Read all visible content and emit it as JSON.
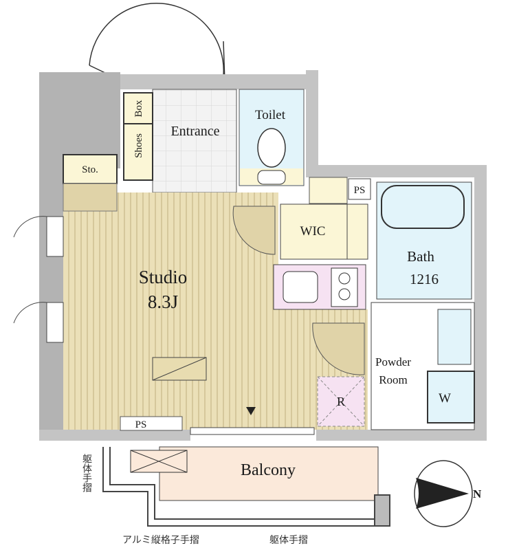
{
  "rooms": {
    "entrance": "Entrance",
    "toilet": "Toilet",
    "shoes_box_top": "Box",
    "shoes_box_bottom": "Shoes",
    "storage": "Sto.",
    "studio": "Studio",
    "studio_size": "8.3J",
    "wic": "WIC",
    "ps_top": "PS",
    "bath": "Bath",
    "bath_size": "1216",
    "powder_line1": "Powder",
    "powder_line2": "Room",
    "washer": "W",
    "refrigerator": "R",
    "ps_bottom": "PS",
    "balcony": "Balcony"
  },
  "annotations": {
    "left_railing": "躯体手摺",
    "aluminum_railing": "アルミ縦格子手摺",
    "concrete_railing": "躯体手摺"
  },
  "compass": {
    "north_label": "N"
  },
  "colors": {
    "wall": "#b3b3b3",
    "studio": "#ebe0b8",
    "storage": "#fbf6d6",
    "wet": "#e2f4fa",
    "kitchen": "#f6e2f2",
    "balcony": "#fbe9da"
  }
}
